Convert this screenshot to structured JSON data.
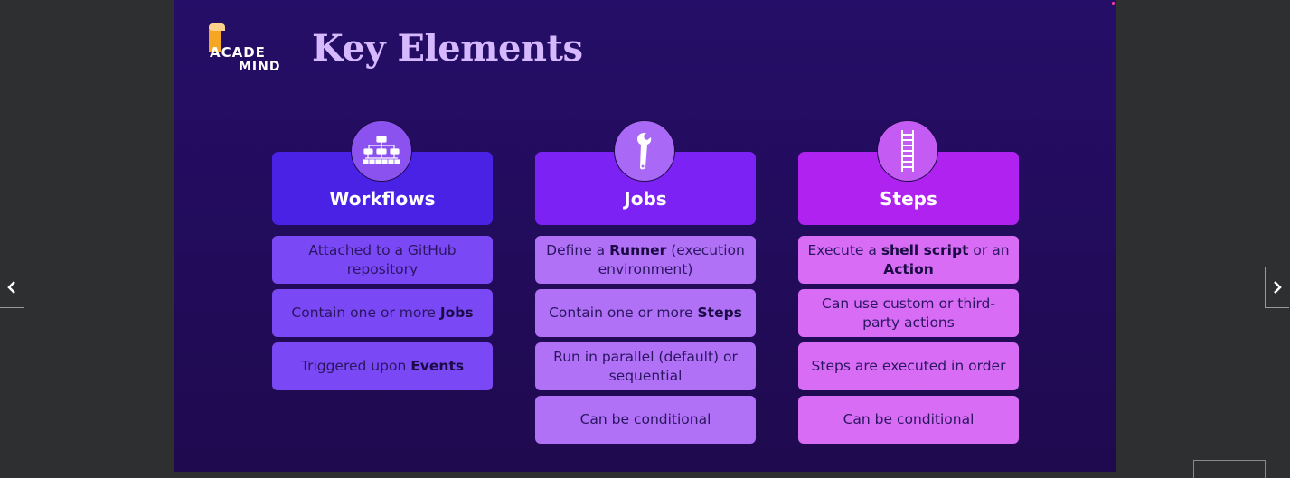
{
  "logo": {
    "line1": "ACADE",
    "line2": "MIND"
  },
  "slide": {
    "title": "Key Elements"
  },
  "columns": [
    {
      "header": "Workflows",
      "icon": "sitemap-icon",
      "items": [
        {
          "parts": [
            [
              "Attached to a GitHub repository",
              false
            ]
          ]
        },
        {
          "parts": [
            [
              "Contain one or more ",
              false
            ],
            [
              "Jobs",
              true
            ]
          ]
        },
        {
          "parts": [
            [
              "Triggered upon ",
              false
            ],
            [
              "Events",
              true
            ]
          ]
        }
      ]
    },
    {
      "header": "Jobs",
      "icon": "wrench-icon",
      "items": [
        {
          "parts": [
            [
              "Define a ",
              false
            ],
            [
              "Runner",
              true
            ],
            [
              " (execution environment)",
              false
            ]
          ]
        },
        {
          "parts": [
            [
              "Contain one or more ",
              false
            ],
            [
              "Steps",
              true
            ]
          ]
        },
        {
          "parts": [
            [
              "Run in parallel (default) or sequential",
              false
            ]
          ]
        },
        {
          "parts": [
            [
              "Can be conditional",
              false
            ]
          ]
        }
      ]
    },
    {
      "header": "Steps",
      "icon": "ladder-icon",
      "items": [
        {
          "parts": [
            [
              "Execute a ",
              false
            ],
            [
              "shell script",
              true
            ],
            [
              " or an ",
              false
            ],
            [
              "Action",
              true
            ]
          ]
        },
        {
          "parts": [
            [
              "Can use custom or third-party actions",
              false
            ]
          ]
        },
        {
          "parts": [
            [
              "Steps are executed in order",
              false
            ]
          ]
        },
        {
          "parts": [
            [
              "Can be conditional",
              false
            ]
          ]
        }
      ]
    }
  ],
  "nav": {
    "prev_icon": "chevron-left-icon",
    "next_icon": "chevron-right-icon"
  },
  "colors": {
    "title": "#d6b8ff",
    "workflows": "#4a22e6",
    "jobs": "#7d22f4",
    "steps": "#b022f0",
    "logo_accent": "#f5a623"
  }
}
